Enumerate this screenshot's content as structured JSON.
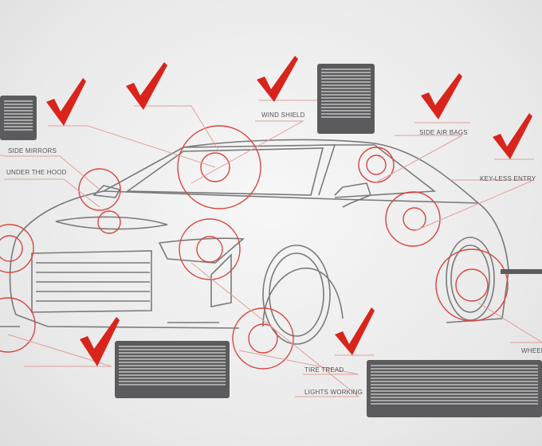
{
  "labels": {
    "wind_shield": "WIND SHIELD",
    "side_air_bags": "SIDE AIR BAGS",
    "key_less_entry": "KEY-LESS ENTRY",
    "side_mirrors": "SIDE MIRRORS",
    "under_the_hood": "UNDER THE HOOD",
    "tire_tread": "TIRE TREAD",
    "lights_working": "LIGHTS WORKING",
    "wheel": "WHEEL"
  },
  "colors": {
    "accent": "#d9241c",
    "line": "#d98a85",
    "car_outline": "#7a7a7a",
    "text_box": "#5b5b5d",
    "background": "#ececec"
  },
  "icons": [
    "checkmark-icon"
  ]
}
